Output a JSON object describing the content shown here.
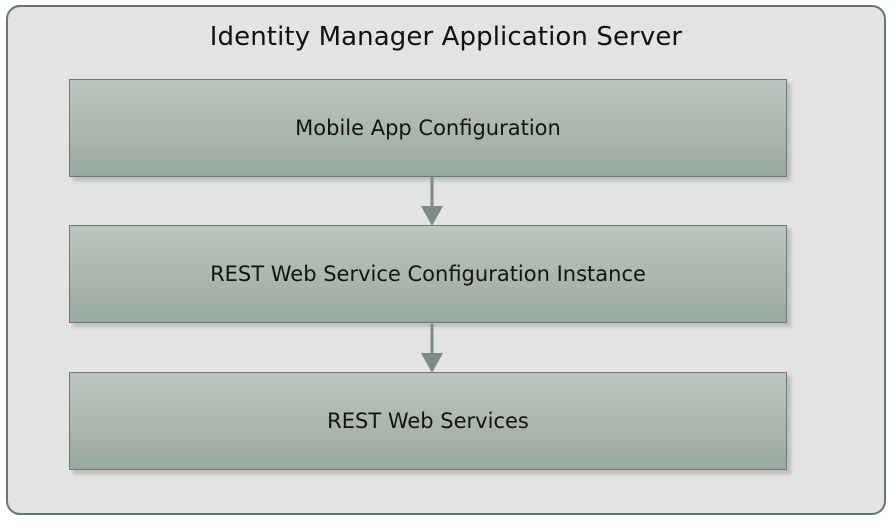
{
  "diagram": {
    "title": "Identity Manager Application Server",
    "background_color": "#ffffff",
    "container_fill": "#e2e3e2",
    "container_border_color": "#69776f",
    "node_fill_top": "#bcc5bf",
    "node_fill_bottom": "#98aaa0",
    "node_border_color": "#6d7b73",
    "arrow_color": "#7d8c84",
    "text_color": "#111111",
    "nodes": [
      {
        "id": "mobile-app-configuration",
        "label": "Mobile App Configuration"
      },
      {
        "id": "rest-web-service-configuration-instance",
        "label": "REST Web Service Configuration Instance"
      },
      {
        "id": "rest-web-services",
        "label": "REST Web Services"
      }
    ],
    "connectors": [
      {
        "id": "arrow-1",
        "from": "mobile-app-configuration",
        "to": "rest-web-service-configuration-instance",
        "direction": "down"
      },
      {
        "id": "arrow-2",
        "from": "rest-web-service-configuration-instance",
        "to": "rest-web-services",
        "direction": "down"
      }
    ]
  }
}
